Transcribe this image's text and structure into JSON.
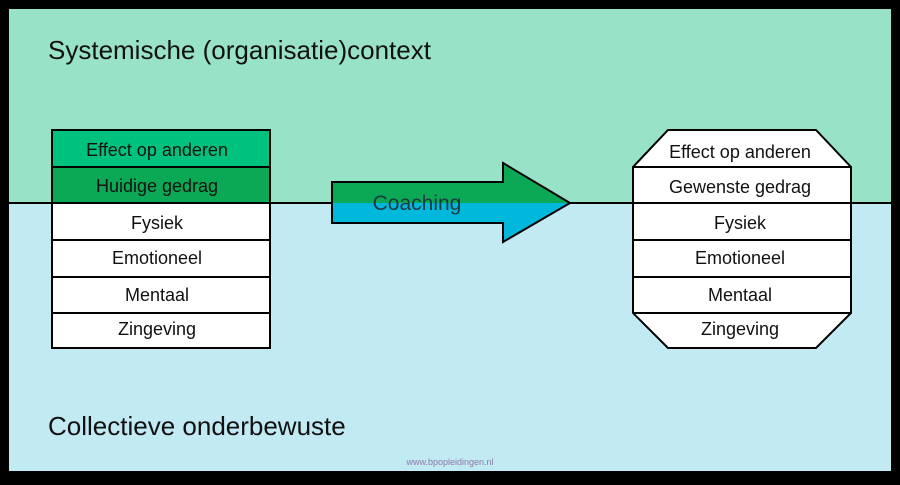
{
  "top_region": {
    "label": "Systemische (organisatie)context",
    "color": "#98E3C7"
  },
  "bottom_region": {
    "label": "Collectieve onderbewuste",
    "color": "#C1EAF3"
  },
  "left_stack": {
    "layers": [
      {
        "label": "Effect op anderen",
        "fill": "#00C27E"
      },
      {
        "label": "Huidige gedrag",
        "fill": "#0BA855"
      },
      {
        "label": "Fysiek",
        "fill": "#FFFFFF"
      },
      {
        "label": "Emotioneel",
        "fill": "#FFFFFF"
      },
      {
        "label": "Mentaal",
        "fill": "#FFFFFF"
      },
      {
        "label": "Zingeving",
        "fill": "#FFFFFF"
      }
    ]
  },
  "arrow": {
    "label": "Coaching",
    "top_color": "#0BA855",
    "bottom_color": "#00B8DC"
  },
  "right_stack": {
    "layers": [
      {
        "label": "Effect op anderen"
      },
      {
        "label": "Gewenste gedrag"
      },
      {
        "label": "Fysiek"
      },
      {
        "label": "Emotioneel"
      },
      {
        "label": "Mentaal"
      },
      {
        "label": "Zingeving"
      }
    ]
  },
  "footer": {
    "website": "www.bpopleidingen.nl"
  }
}
